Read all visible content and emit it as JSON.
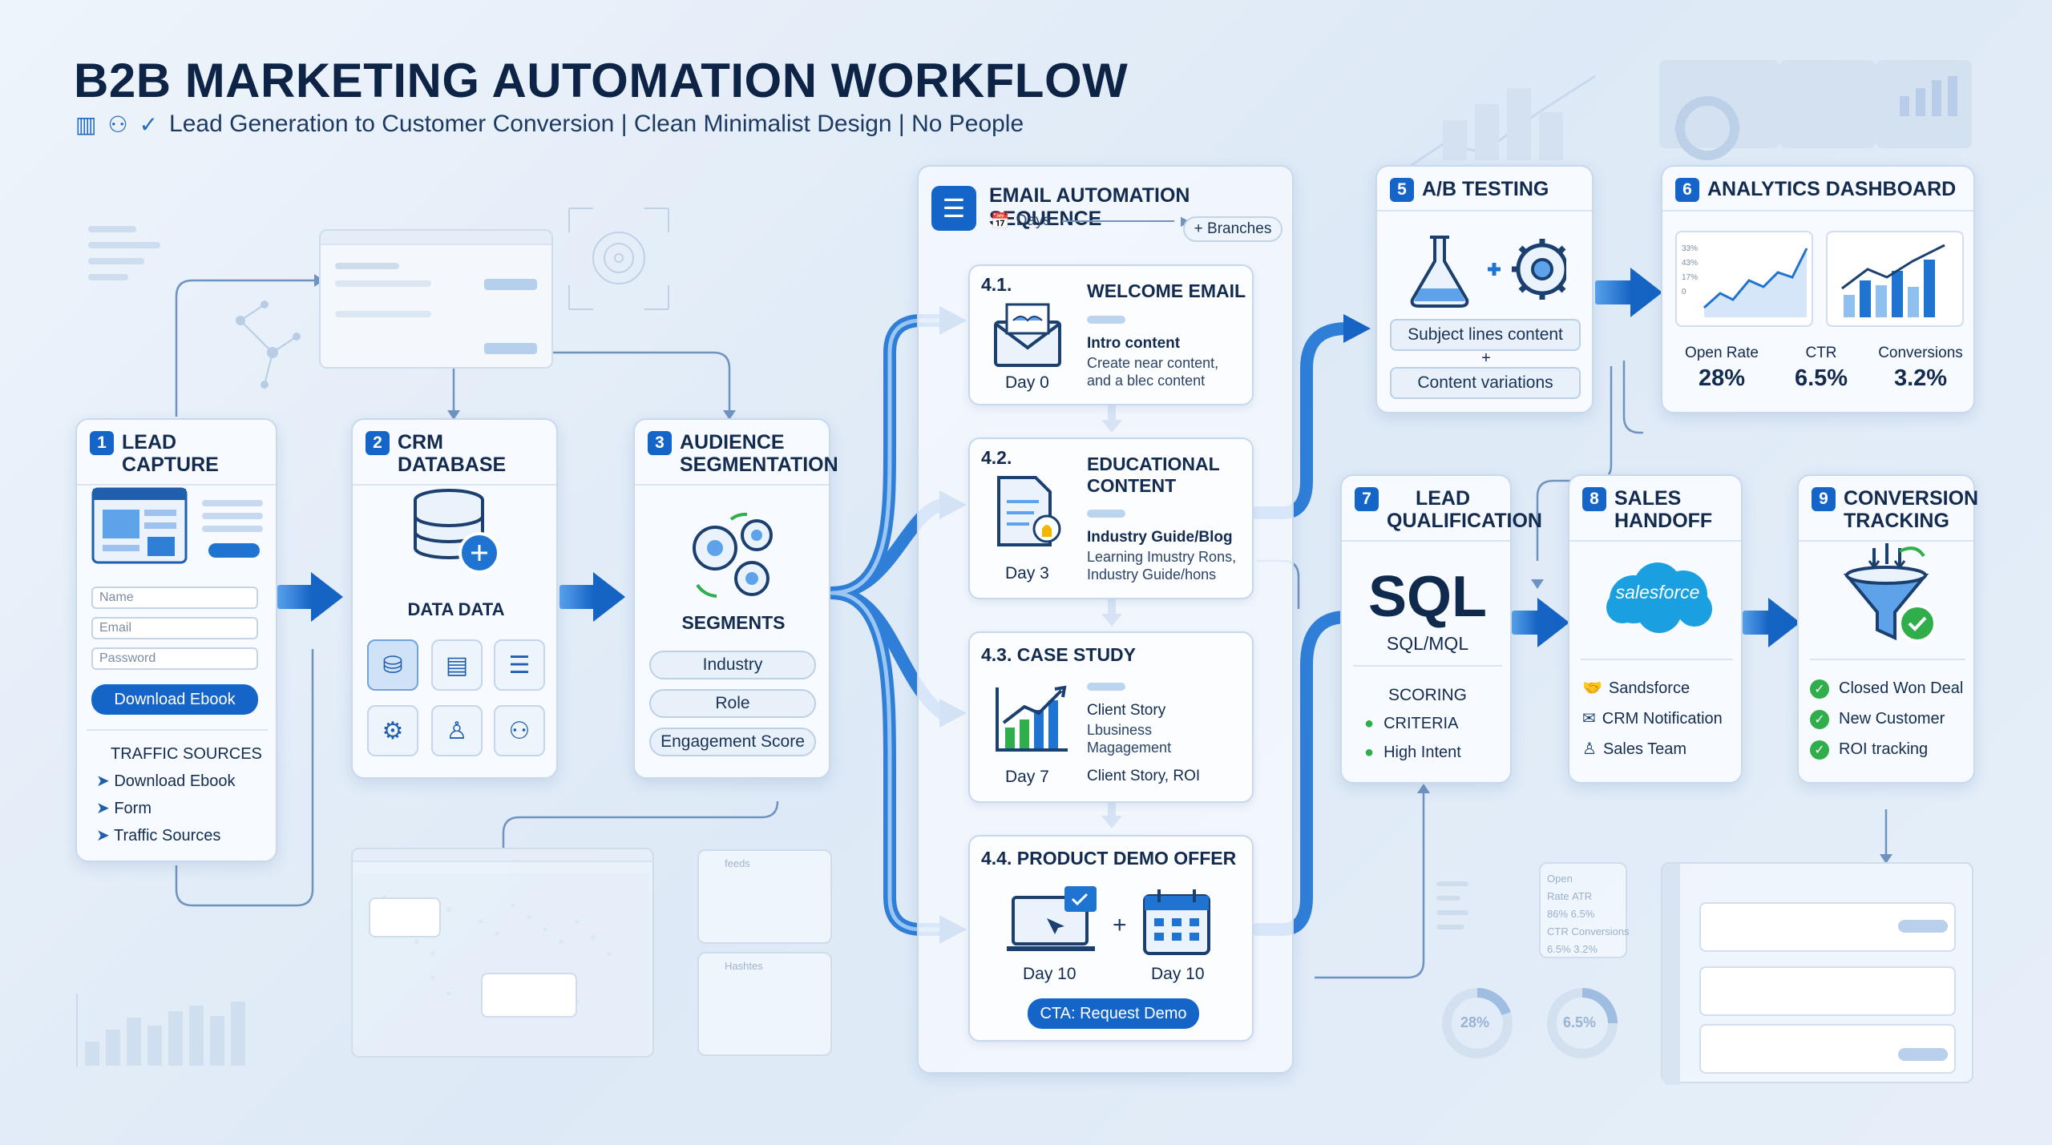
{
  "header": {
    "title": "B2B MARKETING AUTOMATION WORKFLOW",
    "subtitle": "Lead Generation to Customer Conversion | Clean Minimalist Design | No People"
  },
  "steps": {
    "lead_capture": {
      "num": "1",
      "title": "LEAD CAPTURE",
      "fields": [
        "Name",
        "Email",
        "Password"
      ],
      "button": "Download Ebook",
      "sources_title": "TRAFFIC SOURCES",
      "sources": [
        "Download Ebook",
        "Form",
        "Traffic Sources"
      ]
    },
    "crm": {
      "num": "2",
      "title": "CRM DATABASE",
      "label": "DATA DATA"
    },
    "segmentation": {
      "num": "3",
      "title_1": "AUDIENCE",
      "title_2": "SEGMENTATION",
      "label": "SEGMENTS",
      "segments": [
        "Industry",
        "Role",
        "Engagement Score"
      ]
    },
    "email": {
      "title": "EMAIL AUTOMATION SEQUENCE",
      "days_label": "Days",
      "branches_label": "+ Branches",
      "items": [
        {
          "num": "4.1.",
          "title": "WELCOME EMAIL",
          "day": "Day 0",
          "sub": "Intro content",
          "desc_1": "Create near content,",
          "desc_2": "and a blec content"
        },
        {
          "num": "4.2.",
          "title_1": "EDUCATIONAL",
          "title_2": "CONTENT",
          "day": "Day 3",
          "sub": "Industry Guide/Blog",
          "desc_1": "Learning Imustry Rons,",
          "desc_2": "Industry Guide/hons"
        },
        {
          "num": "4.3.",
          "title": "CASE STUDY",
          "day": "Day 7",
          "sub": "Client Story",
          "desc_1": "Lbusiness",
          "desc_2": "Magagement",
          "extra": "Client Story, ROI"
        },
        {
          "num": "4.4.",
          "title": "PRODUCT DEMO OFFER",
          "day_1": "Day 10",
          "day_2": "Day 10",
          "cta": "CTA: Request Demo"
        }
      ]
    },
    "ab_testing": {
      "num": "5",
      "title": "A/B TESTING",
      "item_1": "Subject lines content",
      "plus": "+",
      "item_2": "Content variations"
    },
    "analytics": {
      "num": "6",
      "title": "ANALYTICS DASHBOARD",
      "metrics": [
        {
          "label": "Open Rate",
          "value": "28%"
        },
        {
          "label": "CTR",
          "value": "6.5%"
        },
        {
          "label": "Conversions",
          "value": "3.2%"
        }
      ],
      "mini_ticks": [
        "33%",
        "43%",
        "17%",
        "0"
      ]
    },
    "qualification": {
      "num": "7",
      "title_1": "LEAD",
      "title_2": "QUALIFICATION",
      "big": "SQL",
      "sub": "SQL/MQL",
      "scoring": "SCORING",
      "items": [
        "CRITERIA",
        "High Intent"
      ]
    },
    "handoff": {
      "num": "8",
      "title_1": "SALES",
      "title_2": "HANDOFF",
      "logo": "salesforce",
      "items": [
        "Sandsforce",
        "CRM Notification",
        "Sales Team"
      ]
    },
    "conversion": {
      "num": "9",
      "title_1": "CONVERSION",
      "title_2": "TRACKING",
      "items": [
        "Closed Won Deal",
        "New Customer",
        "ROI tracking"
      ]
    }
  },
  "background": {
    "gauge_1": "28%",
    "gauge_2": "6.5%",
    "mini_table": [
      "Open Rate",
      "ATR",
      "86%",
      "6.5%",
      "CTR",
      "Conversions",
      "6.5%",
      "3.2%"
    ],
    "bg_labels": [
      "feeds",
      "Hashtes"
    ]
  },
  "colors": {
    "accent": "#1565c8",
    "success": "#2fae4b",
    "salesforce": "#1a9fe0",
    "title": "#0d2447"
  }
}
